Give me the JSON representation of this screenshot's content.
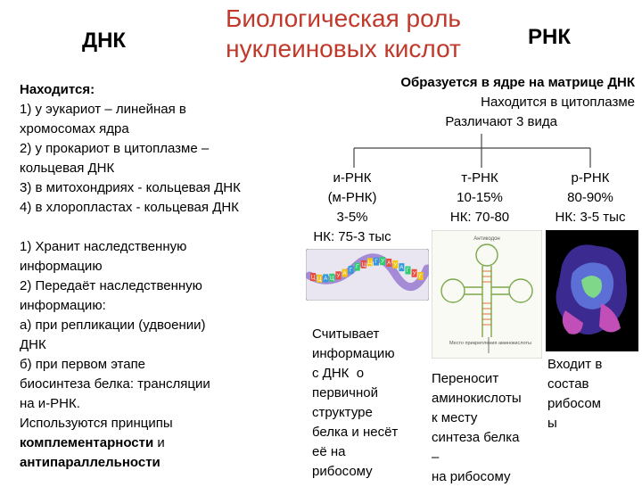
{
  "title": [
    "Биологическая роль",
    "нуклеиновых кислот"
  ],
  "dna": {
    "heading": "ДНК",
    "location_title": "Находится:",
    "location_lines": [
      "1) у эукариот – линейная в",
      "хромосомах ядра",
      "2) у прокариот в цитоплазме –",
      "кольцевая ДНК",
      "3) в митохондриях - кольцевая ДНК",
      "4) в хлоропластах - кольцевая ДНК"
    ],
    "function_lines": [
      "1) Хранит наследственную",
      "информацию",
      "2) Передаёт наследственную",
      "информацию:",
      "а) при репликации (удвоении)",
      "ДНК",
      "б) при первом этапе",
      "биосинтеза белка: трансляции",
      "на и-РНК.",
      "Используются принципы"
    ],
    "principle_1": "комплементарности",
    "principle_and": " и",
    "principle_2": "антипараллельности"
  },
  "rna": {
    "heading": "РНК",
    "formed": "Образуется в ядре на матрице ДНК",
    "located": "Находится в цитоплазме",
    "kinds": "Различают 3 вида",
    "types": [
      {
        "lines": [
          "и-РНК",
          "(м-РНК)",
          "3-5%",
          "НК: 75-3 тыс"
        ]
      },
      {
        "lines": [
          "т-РНК",
          "10-15%",
          "НК: 70-80"
        ]
      },
      {
        "lines": [
          "р-РНК",
          "80-90%",
          "НК: 3-5 тыс"
        ]
      }
    ],
    "descriptions": [
      [
        "Считывает",
        "информацию",
        "с ДНК  о",
        "первичной",
        "структуре",
        "белка и несёт",
        "её на",
        "рибосому"
      ],
      [
        "Переносит",
        "аминокислоты",
        "к месту",
        "синтеза белка",
        "–",
        "на рибосому"
      ],
      [
        "Входит в",
        "состав",
        "рибосом",
        "ы"
      ]
    ],
    "trna_labels": {
      "anticodon": "Антикодон",
      "site": "Место прикрепления аминокислоты"
    },
    "mrna_letters": [
      "Ц",
      "Ц",
      "А",
      "Ц",
      "У",
      "А",
      "Г",
      "Г",
      "Ц",
      "Ц",
      "Г",
      "У",
      "А",
      "У",
      "А",
      "Г",
      "У",
      "Г"
    ]
  },
  "colors": {
    "title": "#c0392b",
    "bases": [
      "#e74c3c",
      "#f1c40f",
      "#3498db",
      "#2ecc71"
    ],
    "strand": "#a58bd6"
  }
}
